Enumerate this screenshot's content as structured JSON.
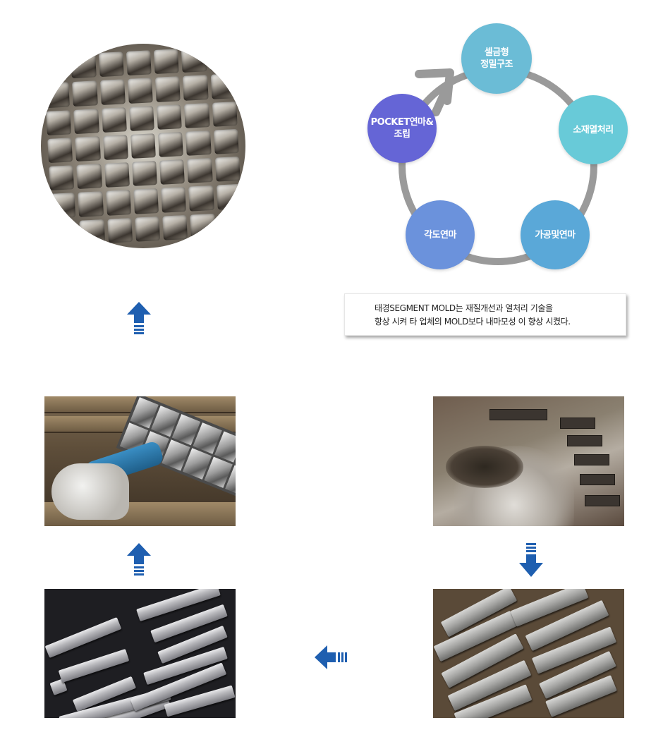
{
  "cycle": {
    "nodes": [
      {
        "label": "셀금형\n정밀구조",
        "color": "#6bbcd6"
      },
      {
        "label": "소재열처리",
        "color": "#68cad8"
      },
      {
        "label": "가공및연마",
        "color": "#5aa8d8"
      },
      {
        "label": "각도연마",
        "color": "#6b92dc"
      },
      {
        "label": "POCKET연마&\n조립",
        "color": "#6565d6"
      }
    ],
    "ring_color": "#9a9a9a"
  },
  "caption": {
    "line1": "태경SEGMENT MOLD는 재질개선과 열처리 기술을",
    "line2": "항상 시켜 타 업체의  MOLD보다 내마모성 이  향상 시켰다."
  },
  "arrows": {
    "color": "#1f5fb0"
  }
}
